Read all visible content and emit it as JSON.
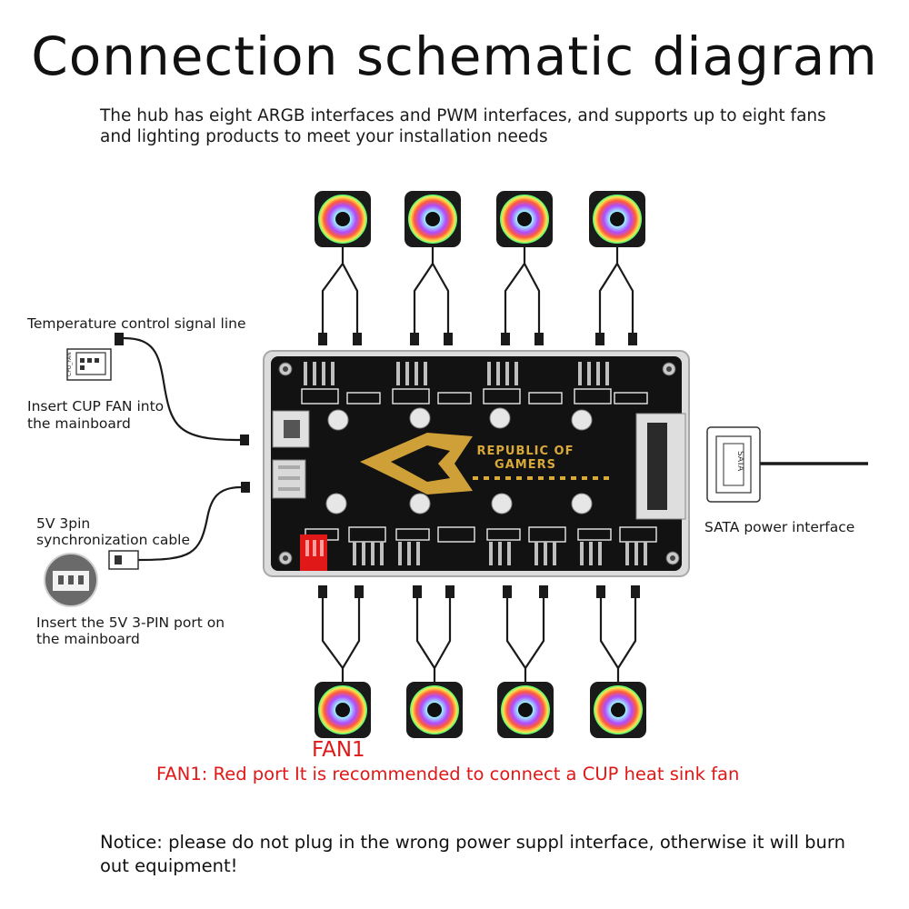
{
  "title": "Connection schematic diagram",
  "subtitle": "The hub has eight ARGB interfaces and PWM interfaces, and supports up to eight fans and lighting products to meet your installation needs",
  "labels": {
    "temp_signal": "Temperature control signal line",
    "cpu_fan_insert_1": "Insert CUP FAN into",
    "cpu_fan_insert_2": "the mainboard",
    "sync_cable_1": "5V 3pin",
    "sync_cable_2": "synchronization cable",
    "insert_5v_1": "Insert the 5V 3-PIN port on",
    "insert_5v_2": "the mainboard",
    "sata_power": "SATA power interface",
    "cpu_fan_header": "CPU_FAN",
    "sata_plug": "SATA"
  },
  "board": {
    "brand_1": "REPUBLIC OF",
    "brand_2": "GAMERS"
  },
  "fan1": {
    "label": "FAN1",
    "note": "FAN1: Red port It is recommended to connect a CUP heat sink fan"
  },
  "notice": "Notice: please do not plug in the wrong power suppl interface, otherwise it will burn out equipment!",
  "colors": {
    "board": "#121212",
    "accent_red": "#e01818",
    "brand_gold": "#d9a93a",
    "frame": "#b7b7b7"
  }
}
